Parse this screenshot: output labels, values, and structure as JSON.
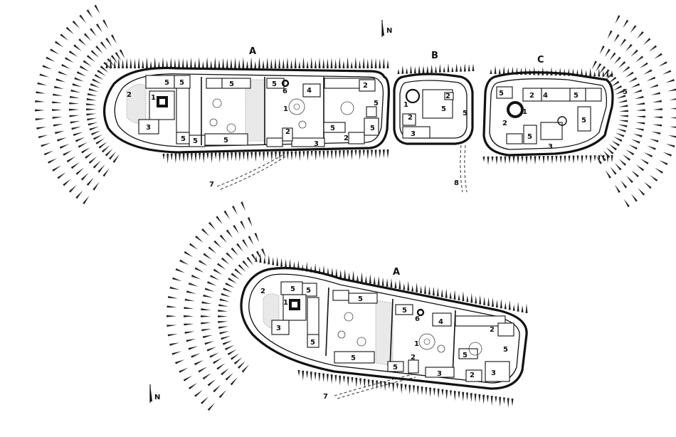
{
  "figure": {
    "upper_plan": {
      "sections": {
        "a": "A",
        "b": "B",
        "c": "C"
      },
      "north": "N",
      "road_labels": {
        "r7": "7",
        "r8": "8"
      },
      "part_a": {
        "tower": "1",
        "corner": "2",
        "r3": "3",
        "r5a": "5",
        "r5b": "5",
        "r5c": "5",
        "r5d": "5",
        "r5e": "5",
        "r5f": "5",
        "r5g": "5",
        "keep": "1",
        "r4": "4",
        "r6": "6",
        "r2a": "2",
        "r2b": "2",
        "r2c": "2",
        "r3b": "3",
        "r5h": "5",
        "r5i": "5",
        "r5j": "5"
      },
      "part_b": {
        "tower": "1",
        "r2a": "2",
        "r2b": "2",
        "r3": "3",
        "r5a": "5",
        "r5b": "5"
      },
      "part_c": {
        "tower": "1",
        "r2a": "2",
        "r2b": "2",
        "r3": "3",
        "r4": "4",
        "r5a": "5",
        "r5b": "5",
        "r5c": "5",
        "r5d": "5",
        "r5e": "5"
      }
    },
    "lower_plan": {
      "section": "A",
      "north": "N",
      "road_label": "7",
      "labels": {
        "tower": "1",
        "corner": "2",
        "r3": "3",
        "r5a": "5",
        "r5b": "5",
        "r5c": "5",
        "r5d": "5",
        "r5e": "5",
        "r5f": "5",
        "r5g": "5",
        "keep": "1",
        "r4": "4",
        "r6": "6",
        "r2a": "2",
        "r2b": "2",
        "r2c": "2",
        "r3b": "3",
        "r3c": "3",
        "r5h": "5",
        "r5i": "5"
      }
    }
  }
}
